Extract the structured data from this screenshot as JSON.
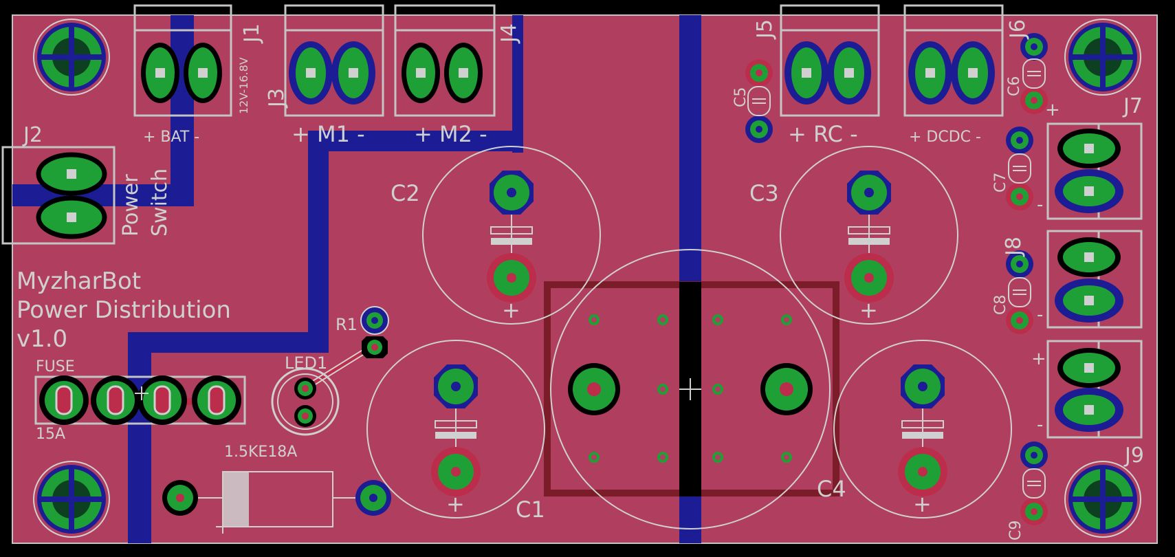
{
  "board": {
    "title_line1": "MyzharBot",
    "title_line2": "Power Distribution",
    "title_line3": "v1.0"
  },
  "colors": {
    "background": "#000000",
    "board": "#b03f5f",
    "top_copper": "#bb2d4b",
    "bottom_copper": "#1c1c95",
    "pad": "#1fa036",
    "drill": "#bb2d4b",
    "silk": "#d0d0d0",
    "outline": "#c4c4c4",
    "keepout": "#7a1d28"
  },
  "labels": {
    "j1": "J1",
    "j1_voltage": "12V-16.8V",
    "j1_polarity": "+ BAT -",
    "j2": "J2",
    "power_switch_1": "Power",
    "power_switch_2": "Switch",
    "j3": "J3",
    "j3_polarity": "+ M1 -",
    "j4": "J4",
    "j4_polarity": "+ M2 -",
    "j5": "J5",
    "j5_polarity": "+ RC -",
    "j6": "J6",
    "j6_polarity": "+ DCDC -",
    "j7": "J7",
    "j8": "J8",
    "j9": "J9",
    "c1": "C1",
    "c2": "C2",
    "c3": "C3",
    "c4": "C4",
    "c5": "C5",
    "c6": "C6",
    "c7": "C7",
    "c8": "C8",
    "c9": "C9",
    "r1": "R1",
    "led1": "LED1",
    "fuse": "FUSE",
    "fuse_rating": "15A",
    "diode": "1.5KE18A",
    "plus": "+",
    "minus": "-"
  },
  "icons": {
    "mounting_hole": "mounting-hole-icon",
    "terminal": "screw-terminal-icon",
    "capacitor": "electrolytic-capacitor-icon"
  }
}
